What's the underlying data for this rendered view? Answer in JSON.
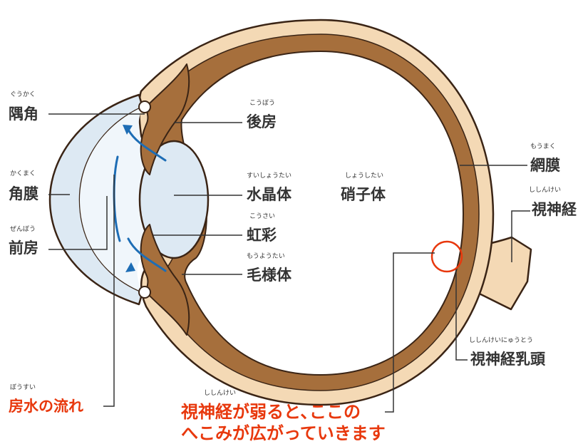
{
  "colors": {
    "sclera": "#f4d9b5",
    "choroid": "#a66f3c",
    "outline": "#3a2415",
    "cornea": "#dde9f3",
    "lens": "#dde9f3",
    "flow": "#1d6db5",
    "highlight": "#e8380d",
    "label": "#333333",
    "nerve": "#f4d9b5"
  },
  "labels": {
    "corner": {
      "text": "隅角",
      "ruby": "ぐうかく"
    },
    "cornea": {
      "text": "角膜",
      "ruby": "かくまく"
    },
    "anterior_chamber": {
      "text": "前房",
      "ruby": "ぜんぼう"
    },
    "posterior_chamber": {
      "text": "後房",
      "ruby": "こうぼう"
    },
    "lens": {
      "text": "水晶体",
      "ruby": "すいしょうたい"
    },
    "iris": {
      "text": "虹彩",
      "ruby": "こうさい"
    },
    "ciliary_body": {
      "text": "毛様体",
      "ruby": "もうようたい"
    },
    "vitreous": {
      "text": "硝子体",
      "ruby": "しょうしたい"
    },
    "retina": {
      "text": "網膜",
      "ruby": "もうまく"
    },
    "optic_nerve": {
      "text": "視神経",
      "ruby": "ししんけい"
    },
    "optic_disc": {
      "text": "視神経乳頭",
      "ruby": "ししんけいにゅうとう"
    },
    "aqueous_flow": {
      "text": "房水の流れ",
      "ruby": "ぼうすい"
    }
  },
  "note": {
    "ruby": "ししんけい",
    "line1": "視神経が弱ると､ここの",
    "line2": "へこみが広がっていきます"
  }
}
